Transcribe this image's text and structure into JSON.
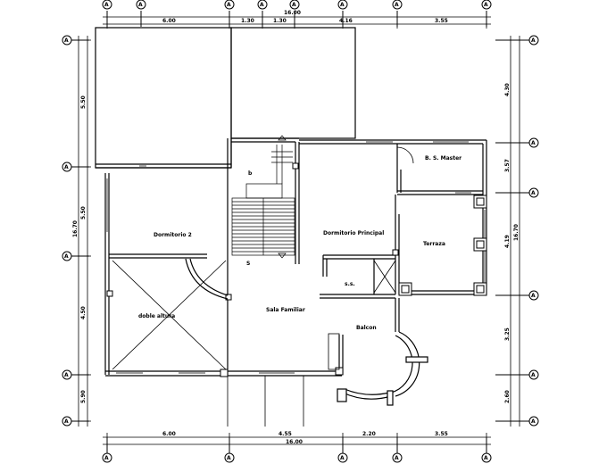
{
  "axis_label": "A",
  "dimensions": {
    "top_total": "16.00",
    "top_segments": [
      "6.00",
      "1.30",
      "1.30",
      "4.16",
      "3.55"
    ],
    "bottom_total": "16.00",
    "bottom_segments": [
      "6.00",
      "4.55",
      "2.20",
      "3.55"
    ],
    "left_total": "16.70",
    "left_segments": [
      "5.50",
      "5.50",
      "4.50",
      "5.90"
    ],
    "right_total": "16.70",
    "right_segments": [
      "4.30",
      "3.57",
      "4.19",
      "3.25",
      "2.60"
    ]
  },
  "rooms": {
    "master_bath": "B. S. Master",
    "bath": "b",
    "dormitorio_2": "Dormitorio 2",
    "dormitorio_principal": "Dormitorio Principal",
    "terrace": "Terraza",
    "ss": "s.s.",
    "double_height": "doble altura",
    "sala_familiar": "Sala Familiar",
    "balcon": "Balcon",
    "stair_mark": "S"
  }
}
